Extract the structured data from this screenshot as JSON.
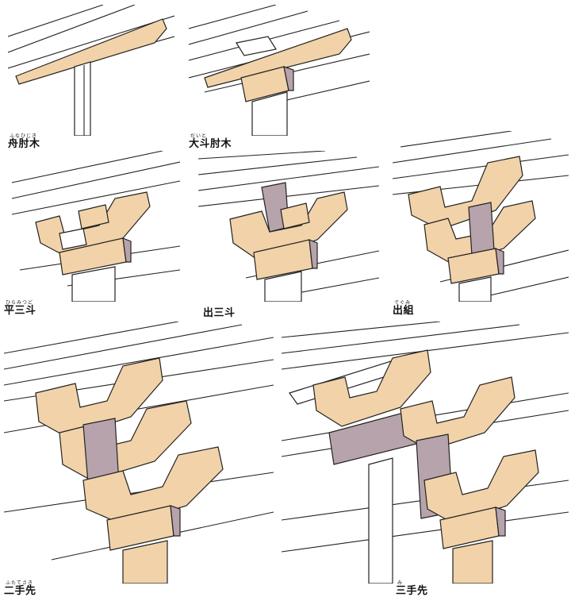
{
  "panels": [
    {
      "id": "funa-hijiki",
      "label": "舟肘木",
      "ruby": "ふなひじき"
    },
    {
      "id": "daito-hijiki",
      "label": "大斗肘木",
      "ruby": "だいと"
    },
    {
      "id": "hira-mitsudo",
      "label": "平三斗",
      "ruby": "ひらみつど"
    },
    {
      "id": "de-mitsudo",
      "label": "出三斗",
      "ruby": ""
    },
    {
      "id": "degumi",
      "label": "出組",
      "ruby": "でぐみ"
    },
    {
      "id": "futatesaki",
      "label": "二手先",
      "ruby": "ふたてさき"
    },
    {
      "id": "mitesaki",
      "label": "三手先",
      "ruby": "み"
    }
  ],
  "colors": {
    "beam": "#f2d2a8",
    "shadow": "#b7a3ac",
    "outline": "#222222"
  }
}
